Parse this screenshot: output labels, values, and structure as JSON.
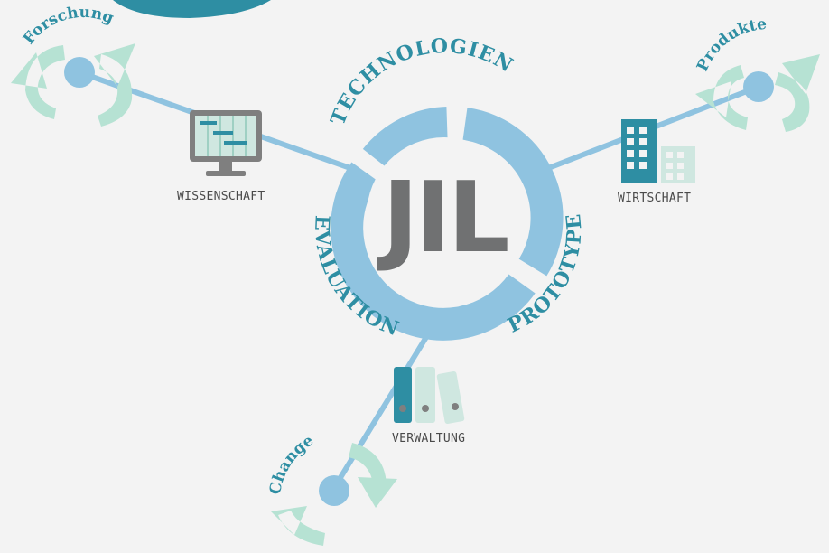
{
  "center": {
    "logo": "JIL"
  },
  "cycle": {
    "top_label": "TECHNOLOGIEN",
    "left_label": "EVALUATION",
    "right_label": "PROTOTYPEN"
  },
  "nodes": {
    "wissenschaft": {
      "caption": "WISSENSCHAFT",
      "outer_label": "Forschung"
    },
    "wirtschaft": {
      "caption": "WIRTSCHAFT",
      "outer_label": "Produkte"
    },
    "verwaltung": {
      "caption": "VERWALTUNG",
      "outer_label": "Change"
    }
  },
  "colors": {
    "background": "#f3f3f3",
    "ring": "#8fc3e0",
    "spoke": "#8fc3e0",
    "arrow": "#b6e2d3",
    "text_teal": "#2e8ea3",
    "icon_dark_teal": "#2e8ea3",
    "icon_light": "#cfe7e0",
    "icon_gray": "#7f7f7f"
  },
  "icons": [
    "monitor-icon",
    "buildings-icon",
    "binders-icon",
    "circular-arrows-icon"
  ]
}
